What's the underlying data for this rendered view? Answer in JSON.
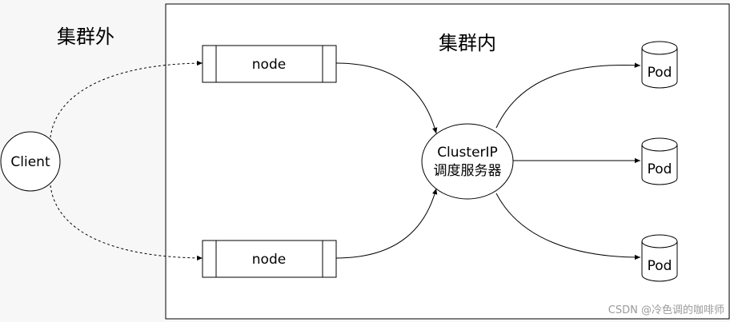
{
  "labels": {
    "outside_cluster": "集群外",
    "inside_cluster": "集群内",
    "client": "Client",
    "node_top": "node",
    "node_bottom": "node",
    "cluster_ip_line1": "ClusterIP",
    "cluster_ip_line2": "调度服务器",
    "pod_top": "Pod",
    "pod_middle": "Pod",
    "pod_bottom": "Pod"
  },
  "watermark": "CSDN @冷色调的咖啡师",
  "colors": {
    "background": "#f7f7f7",
    "shape_fill": "#ffffff",
    "stroke": "#000000",
    "watermark": "#9a9a9a"
  }
}
